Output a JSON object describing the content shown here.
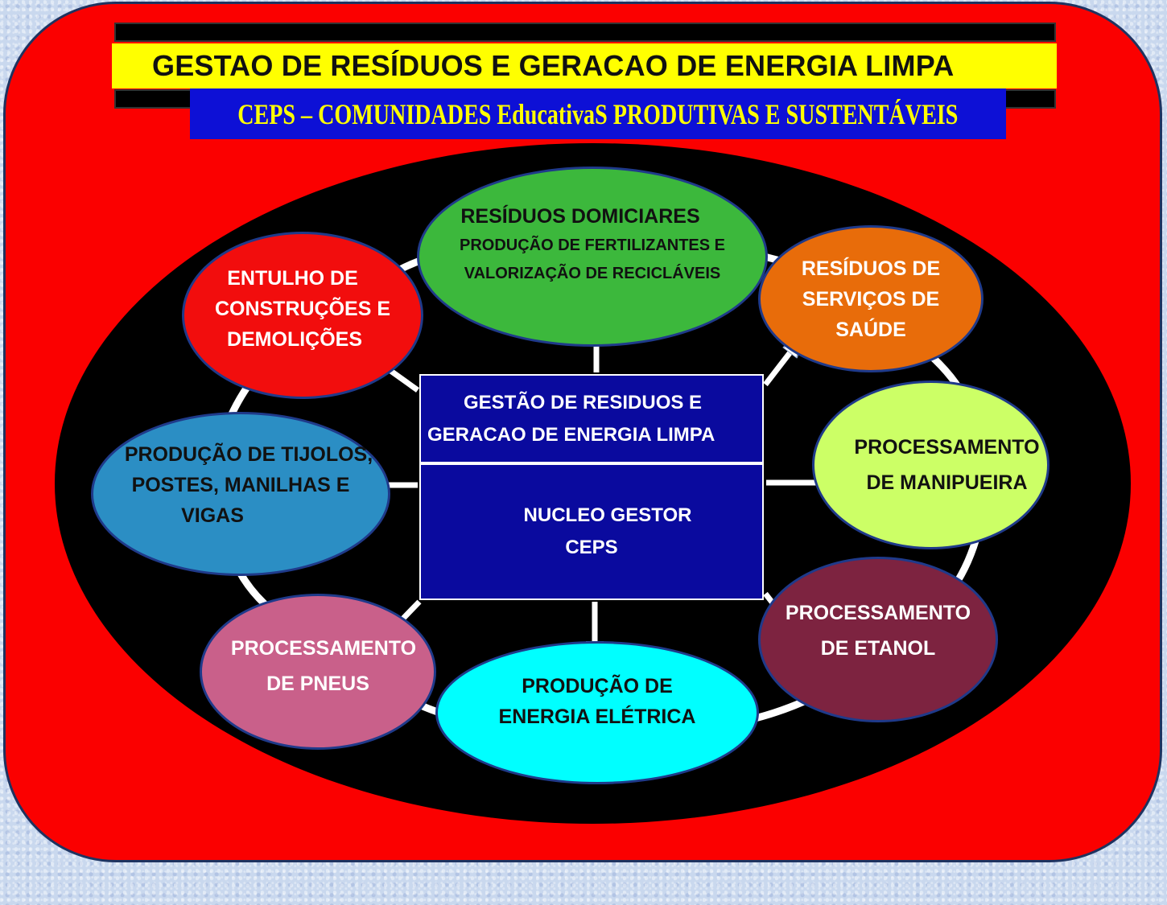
{
  "header": {
    "title": "GESTAO DE RESÍDUOS E GERACAO DE ENERGIA LIMPA",
    "subtitle": "CEPS – COMUNIDADES EducativaS PRODUTIVAS E SUSTENTÁVEIS"
  },
  "center": {
    "upper_lines": [
      "GESTÃO DE RESIDUOS E",
      "GERACAO DE ENERGIA LIMPA"
    ],
    "lower_lines": [
      "NUCLEO GESTOR",
      "CEPS"
    ]
  },
  "nodes": [
    {
      "id": "residuos-domiciliares",
      "lines": [
        "RESÍDUOS DOMICIARES"
      ],
      "detail_lines": [
        "PRODUÇÃO DE FERTILIZANTES E",
        "VALORIZAÇÃO DE RECICLÁVEIS"
      ],
      "fill": "#3cb83c",
      "text_color": "#111111"
    },
    {
      "id": "residuos-servicos-saude",
      "lines": [
        "RESÍDUOS DE",
        "SERVIÇOS DE",
        "SAÚDE"
      ],
      "fill": "#e86c0a",
      "text_color": "#ffffff"
    },
    {
      "id": "processamento-manipueira",
      "lines": [
        "PROCESSAMENTO",
        "DE MANIPUEIRA"
      ],
      "fill": "#ccff66",
      "text_color": "#111111"
    },
    {
      "id": "processamento-etanol",
      "lines": [
        "PROCESSAMENTO",
        "DE ETANOL"
      ],
      "fill": "#7d2340",
      "text_color": "#ffffff"
    },
    {
      "id": "producao-energia-eletrica",
      "lines": [
        "PRODUÇÃO DE",
        "ENERGIA ELÉTRICA"
      ],
      "fill": "#00ffff",
      "text_color": "#111111"
    },
    {
      "id": "processamento-pneus",
      "lines": [
        "PROCESSAMENTO",
        "DE PNEUS"
      ],
      "fill": "#c9608a",
      "text_color": "#ffffff"
    },
    {
      "id": "producao-tijolos",
      "lines": [
        "PRODUÇÃO DE TIJOLOS,",
        "POSTES, MANILHAS E",
        "VIGAS"
      ],
      "fill": "#2b8ec4",
      "text_color": "#111111"
    },
    {
      "id": "entulho-construcoes",
      "lines": [
        "ENTULHO DE",
        "CONSTRUÇÕES E",
        "DEMOLIÇÕES"
      ],
      "fill": "#f20d0d",
      "text_color": "#ffffff"
    }
  ],
  "colors": {
    "frame": "#fb0000",
    "title_band": "#ffff00",
    "subtitle_band": "#0d10d6",
    "subtitle_text": "#ffff00",
    "center_box": "#0a0a9e",
    "background_oval": "#000000"
  }
}
